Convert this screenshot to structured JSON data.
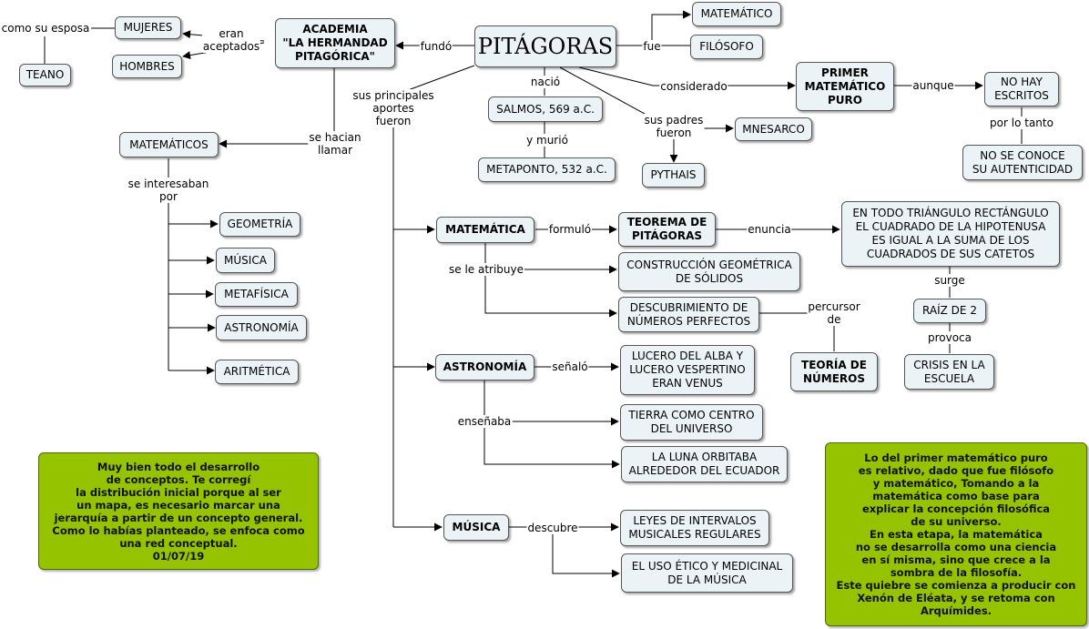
{
  "nodes": {
    "pitagoras": "PITÁGORAS",
    "academia": "ACADEMIA\n\"LA HERMANDAD\nPITAGÓRICA\"",
    "mujeres": "MUJERES",
    "hombres": "HOMBRES",
    "teano": "TEANO",
    "matematico": "MATEMÁTICO",
    "filosofo": "FILÓSOFO",
    "primer_matematico": "PRIMER\nMATEMÁTICO\nPURO",
    "no_hay_escritos": "NO HAY\nESCRITOS",
    "no_autenticidad": "NO SE CONOCE\nSU AUTENTICIDAD",
    "salmos": "SALMOS, 569 a.C.",
    "metaponto": "METAPONTO, 532 a.C.",
    "mnesarco": "MNESARCO",
    "pythais": "PYTHAIS",
    "matematicos": "MATEMÁTICOS",
    "geometria": "GEOMETRÍA",
    "musica_small": "MÚSICA",
    "metafisica": "METAFÍSICA",
    "astronomia_small": "ASTRONOMÍA",
    "aritmetica": "ARITMÉTICA",
    "matematica": "MATEMÁTICA",
    "teorema": "TEOREMA DE\nPITÁGORAS",
    "enunciado": "EN TODO TRIÁNGULO RECTÁNGULO\nEL CUADRADO DE LA HIPOTENUSA\nES IGUAL A LA SUMA DE LOS\nCUADRADOS DE SUS CATETOS",
    "construccion": "CONSTRUCCIÓN GEOMÉTRICA\nDE SÓLIDOS",
    "numeros_perfectos": "DESCUBRIMIENTO DE\nNÚMEROS PERFECTOS",
    "teoria_numeros": "TEORÍA DE\nNÚMEROS",
    "raiz": "RAÍZ DE 2",
    "crisis": "CRISIS EN LA\nESCUELA",
    "astronomia": "ASTRONOMÍA",
    "lucero": "LUCERO DEL ALBA Y\nLUCERO VESPERTINO\nERAN VENUS",
    "tierra": "TIERRA COMO CENTRO\nDEL UNIVERSO",
    "luna": "LA LUNA ORBITABA\nALREDEDOR DEL ECUADOR",
    "musica": "MÚSICA",
    "leyes": "LEYES DE INTERVALOS\nMUSICALES REGULARES",
    "uso_etico": "EL USO ÉTICO Y MEDICINAL\nDE LA MÚSICA"
  },
  "labels": {
    "como_su_esposa": "como su esposa",
    "eran_aceptados": "eran\naceptados",
    "fundo": "fundó",
    "fue": "fue",
    "nacio": "nació",
    "y_murio": "y murió",
    "considerado": "considerado",
    "aunque": "aunque",
    "por_lo_tanto": "por lo tanto",
    "sus_padres_fueron": "sus padres\nfueron",
    "sus_principales_aportes": "sus principales\naportes\nfueron",
    "se_hacian_llamar": "se hacian\nllamar",
    "se_interesaban_por": "se interesaban\npor",
    "formulo": "formuló",
    "enuncia": "enuncia",
    "se_le_atribuye": "se le atribuye",
    "surge": "surge",
    "provoca": "provoca",
    "percursor_de": "percursor\nde",
    "senalo": "señaló",
    "ensenaba": "enseñaba",
    "descubre": "descubre"
  },
  "notes": {
    "left": "Muy bien todo el desarrollo\nde conceptos.  Te corregí\nla distribución inicial porque al ser\nun mapa, es necesario marcar una\njerarquía a partir de un concepto general.\nComo lo habías planteado, se enfoca como\nuna red conceptual.\n01/07/19",
    "right": "Lo del primer matemático puro\nes relativo, dado que fue filósofo\ny matemático, Tomando a la\nmatemática como base para\nexplicar la concepción filosófica\nde su universo.\nEn esta etapa, la matemática\nno se desarrolla como una ciencia\nen sí misma, sino que crece a la\nsombra de la filosofía.\nEste quiebre se comienza a producir con\nXenón de Eléata, y se retoma con\nArquímides."
  },
  "colors": {
    "node_fill": "#ecf3f6",
    "note_fill": "#95c300",
    "line": "#000000"
  }
}
